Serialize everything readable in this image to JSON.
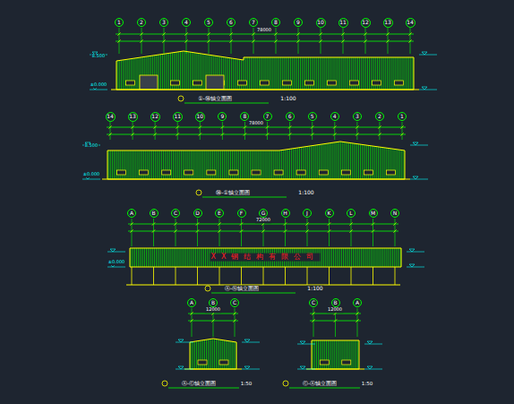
{
  "diagram": {
    "nodes": [
      {
        "text": [
          "1"
        ]
      },
      {
        "text": [
          "2"
        ]
      },
      {
        "text": [
          "3"
        ]
      },
      {
        "text": [
          "4"
        ]
      },
      {
        "text": [
          "5"
        ]
      },
      {
        "text": [
          "6"
        ]
      },
      {
        "text": [
          "7"
        ]
      },
      {
        "text": [
          "8"
        ]
      },
      {
        "text": [
          "9"
        ]
      },
      {
        "text": [
          "10"
        ]
      },
      {
        "text": [
          "11"
        ]
      },
      {
        "text": [
          "12"
        ]
      },
      {
        "text": [
          "13"
        ]
      },
      {
        "text": [
          "14"
        ]
      },
      {
        "text": [
          "14"
        ]
      },
      {
        "text": [
          "13"
        ]
      },
      {
        "text": [
          "12"
        ]
      },
      {
        "text": [
          "11"
        ]
      },
      {
        "text": [
          "10"
        ]
      },
      {
        "text": [
          "9"
        ]
      },
      {
        "text": [
          "8"
        ]
      },
      {
        "text": [
          "7"
        ]
      },
      {
        "text": [
          "6"
        ]
      },
      {
        "text": [
          "5"
        ]
      },
      {
        "text": [
          "4"
        ]
      },
      {
        "text": [
          "3"
        ]
      },
      {
        "text": [
          "2"
        ]
      },
      {
        "text": [
          "1"
        ]
      },
      {
        "text": [
          "A"
        ]
      },
      {
        "text": [
          "B"
        ]
      },
      {
        "text": [
          "C"
        ]
      },
      {
        "text": [
          "D"
        ]
      },
      {
        "text": [
          "E"
        ]
      },
      {
        "text": [
          "F"
        ]
      },
      {
        "text": [
          "G"
        ]
      },
      {
        "text": [
          "H"
        ]
      },
      {
        "text": [
          "J"
        ]
      },
      {
        "text": [
          "K"
        ]
      },
      {
        "text": [
          "L"
        ]
      },
      {
        "text": [
          "M"
        ]
      },
      {
        "text": [
          "N"
        ]
      },
      {
        "text": [
          "A"
        ]
      },
      {
        "text": [
          "B"
        ]
      },
      {
        "text": [
          "C"
        ]
      },
      {
        "text": [
          "C"
        ]
      },
      {
        "text": [
          "B"
        ]
      },
      {
        "text": [
          "A"
        ]
      }
    ],
    "labels": [
      "①-⑭轴立面图",
      "1:100",
      "⑭-①轴立面图",
      "1:100",
      "Ⓐ-Ⓝ轴立面图",
      "1:100",
      "XX钢结构有限公司",
      "Ⓐ-Ⓒ轴立面图",
      "1:50",
      "Ⓒ-Ⓐ轴立面图",
      "1:50",
      "78000",
      "78000",
      "72000",
      "12000",
      "12000",
      "±0.000",
      "±0.000",
      "±0.000",
      "8.500",
      "8.500"
    ]
  }
}
